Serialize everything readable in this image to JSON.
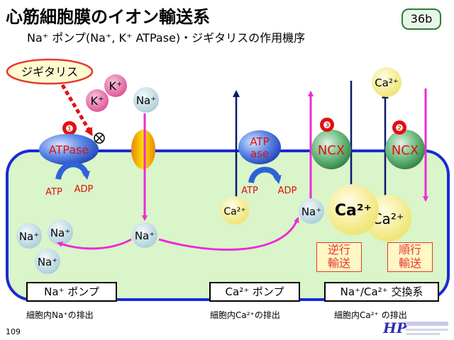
{
  "title": "心筋細胞膜のイオン輸送系",
  "subtitle": "Na⁺ ポンプ(Na⁺, K⁺ ATPase)・ジギタリスの作用機序",
  "slide_badge": "36b",
  "page_number": "109",
  "drug_label": "ジギタリス",
  "markers": {
    "one": "❶",
    "two": "❷",
    "three": "❸"
  },
  "ions": {
    "k_upper": "K⁺",
    "k_lower": "K⁺",
    "na_channel_top": "Na⁺",
    "na_left_1": "Na⁺",
    "na_left_2": "Na⁺",
    "na_left_3": "Na⁺",
    "na_center": "Na⁺",
    "na_ncx": "Na⁺",
    "ca_pump": "Ca²⁺",
    "ca_top_right": "Ca²⁺",
    "ca_big_front": "Ca²⁺",
    "ca_big_back": "Ca²⁺"
  },
  "pump1": {
    "label": "ATPase",
    "atp": "ATP",
    "adp": "ADP"
  },
  "pump2": {
    "label_top": "ATP",
    "label_bottom": "ase",
    "atp": "ATP",
    "adp": "ADP"
  },
  "exchangers": {
    "reverse": "NCX",
    "forward": "NCX"
  },
  "modes": {
    "reverse_1": "逆行",
    "reverse_2": "輸送",
    "forward_1": "順行",
    "forward_2": "輸送"
  },
  "system_labels": {
    "na_pump": "Na⁺ ポンプ",
    "ca_pump": "Ca²⁺ ポンプ",
    "exchanger": "Na⁺/Ca²⁺ 交換系"
  },
  "captions": {
    "na_pump": "細胞内Na⁺の排出",
    "ca_pump": "細胞内Ca²⁺の排出",
    "exchanger": "細胞内Ca²⁺ の排出"
  },
  "colors": {
    "membrane": "#1a2bd6",
    "cytoplasm": "#d9f5c9",
    "flux_arrow": "#ee2ad6",
    "na_ion": "#cfe3ea",
    "k_ion": "#ea6aa8",
    "ca_ion": "#f8f08c",
    "ncx": "#3f9b55",
    "atpase": "#2f62d8",
    "drug": "#e53935"
  }
}
